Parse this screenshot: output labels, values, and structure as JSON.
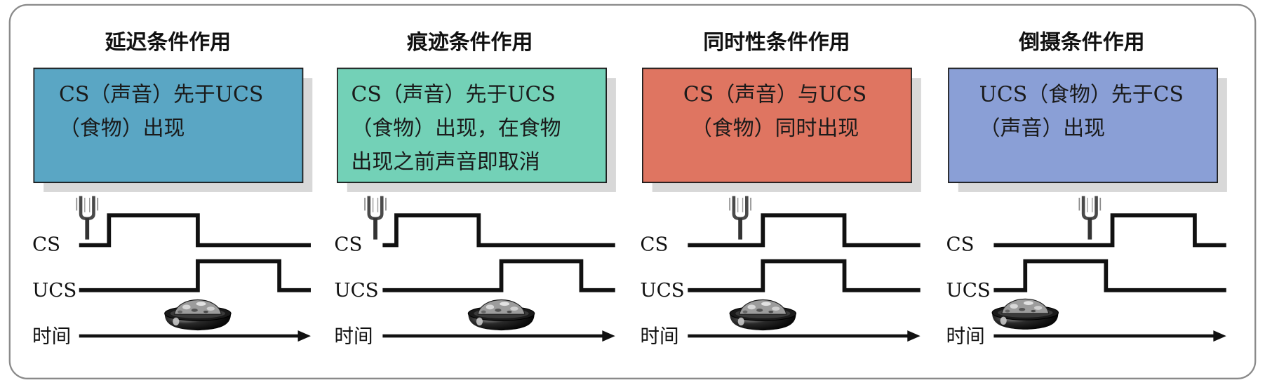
{
  "panels": [
    {
      "title": "延迟条件作用",
      "lines": [
        "CS（声音）先于UCS",
        "（食物）出现"
      ],
      "color": "#5aa6c4"
    },
    {
      "title": "痕迹条件作用",
      "lines": [
        "CS（声音）先于UCS",
        "（食物）出现，在食物",
        "出现之前声音即取消"
      ],
      "color": "#73d1b7"
    },
    {
      "title": "同时性条件作用",
      "lines": [
        "CS（声音）与UCS",
        "（食物）同时出现"
      ],
      "color": "#df7561"
    },
    {
      "title": "倒摄条件作用",
      "lines": [
        "UCS（食物）先于CS",
        "（声音）出现"
      ],
      "color": "#8a9fd6"
    }
  ],
  "axis_labels": {
    "cs": "CS",
    "ucs": "UCS",
    "time": "时间"
  },
  "icons": {
    "cs_stimulus": "tuning-fork-icon",
    "ucs_stimulus": "food-bowl-icon"
  }
}
